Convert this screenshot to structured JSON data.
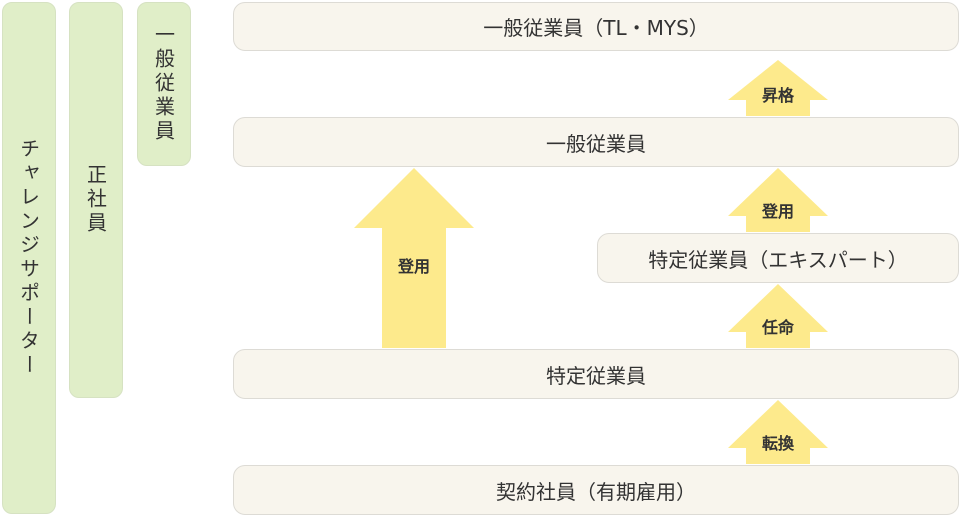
{
  "columns": [
    "チャレンジサポーター",
    "正社員",
    "一般従業員"
  ],
  "boxes": {
    "general_tl": "一般従業員（TL・MYS）",
    "general": "一般従業員",
    "specified_expert": "特定従業員（エキスパート）",
    "specified": "特定従業員",
    "contract": "契約社員（有期雇用）"
  },
  "arrows": {
    "promotion": "昇格",
    "appoint_to_general": "登用",
    "appoint_big": "登用",
    "assignment": "任命",
    "conversion": "転換"
  },
  "colors": {
    "column": "#e0eec8",
    "box": "#f8f5ed",
    "arrow": "#fdea8c"
  }
}
